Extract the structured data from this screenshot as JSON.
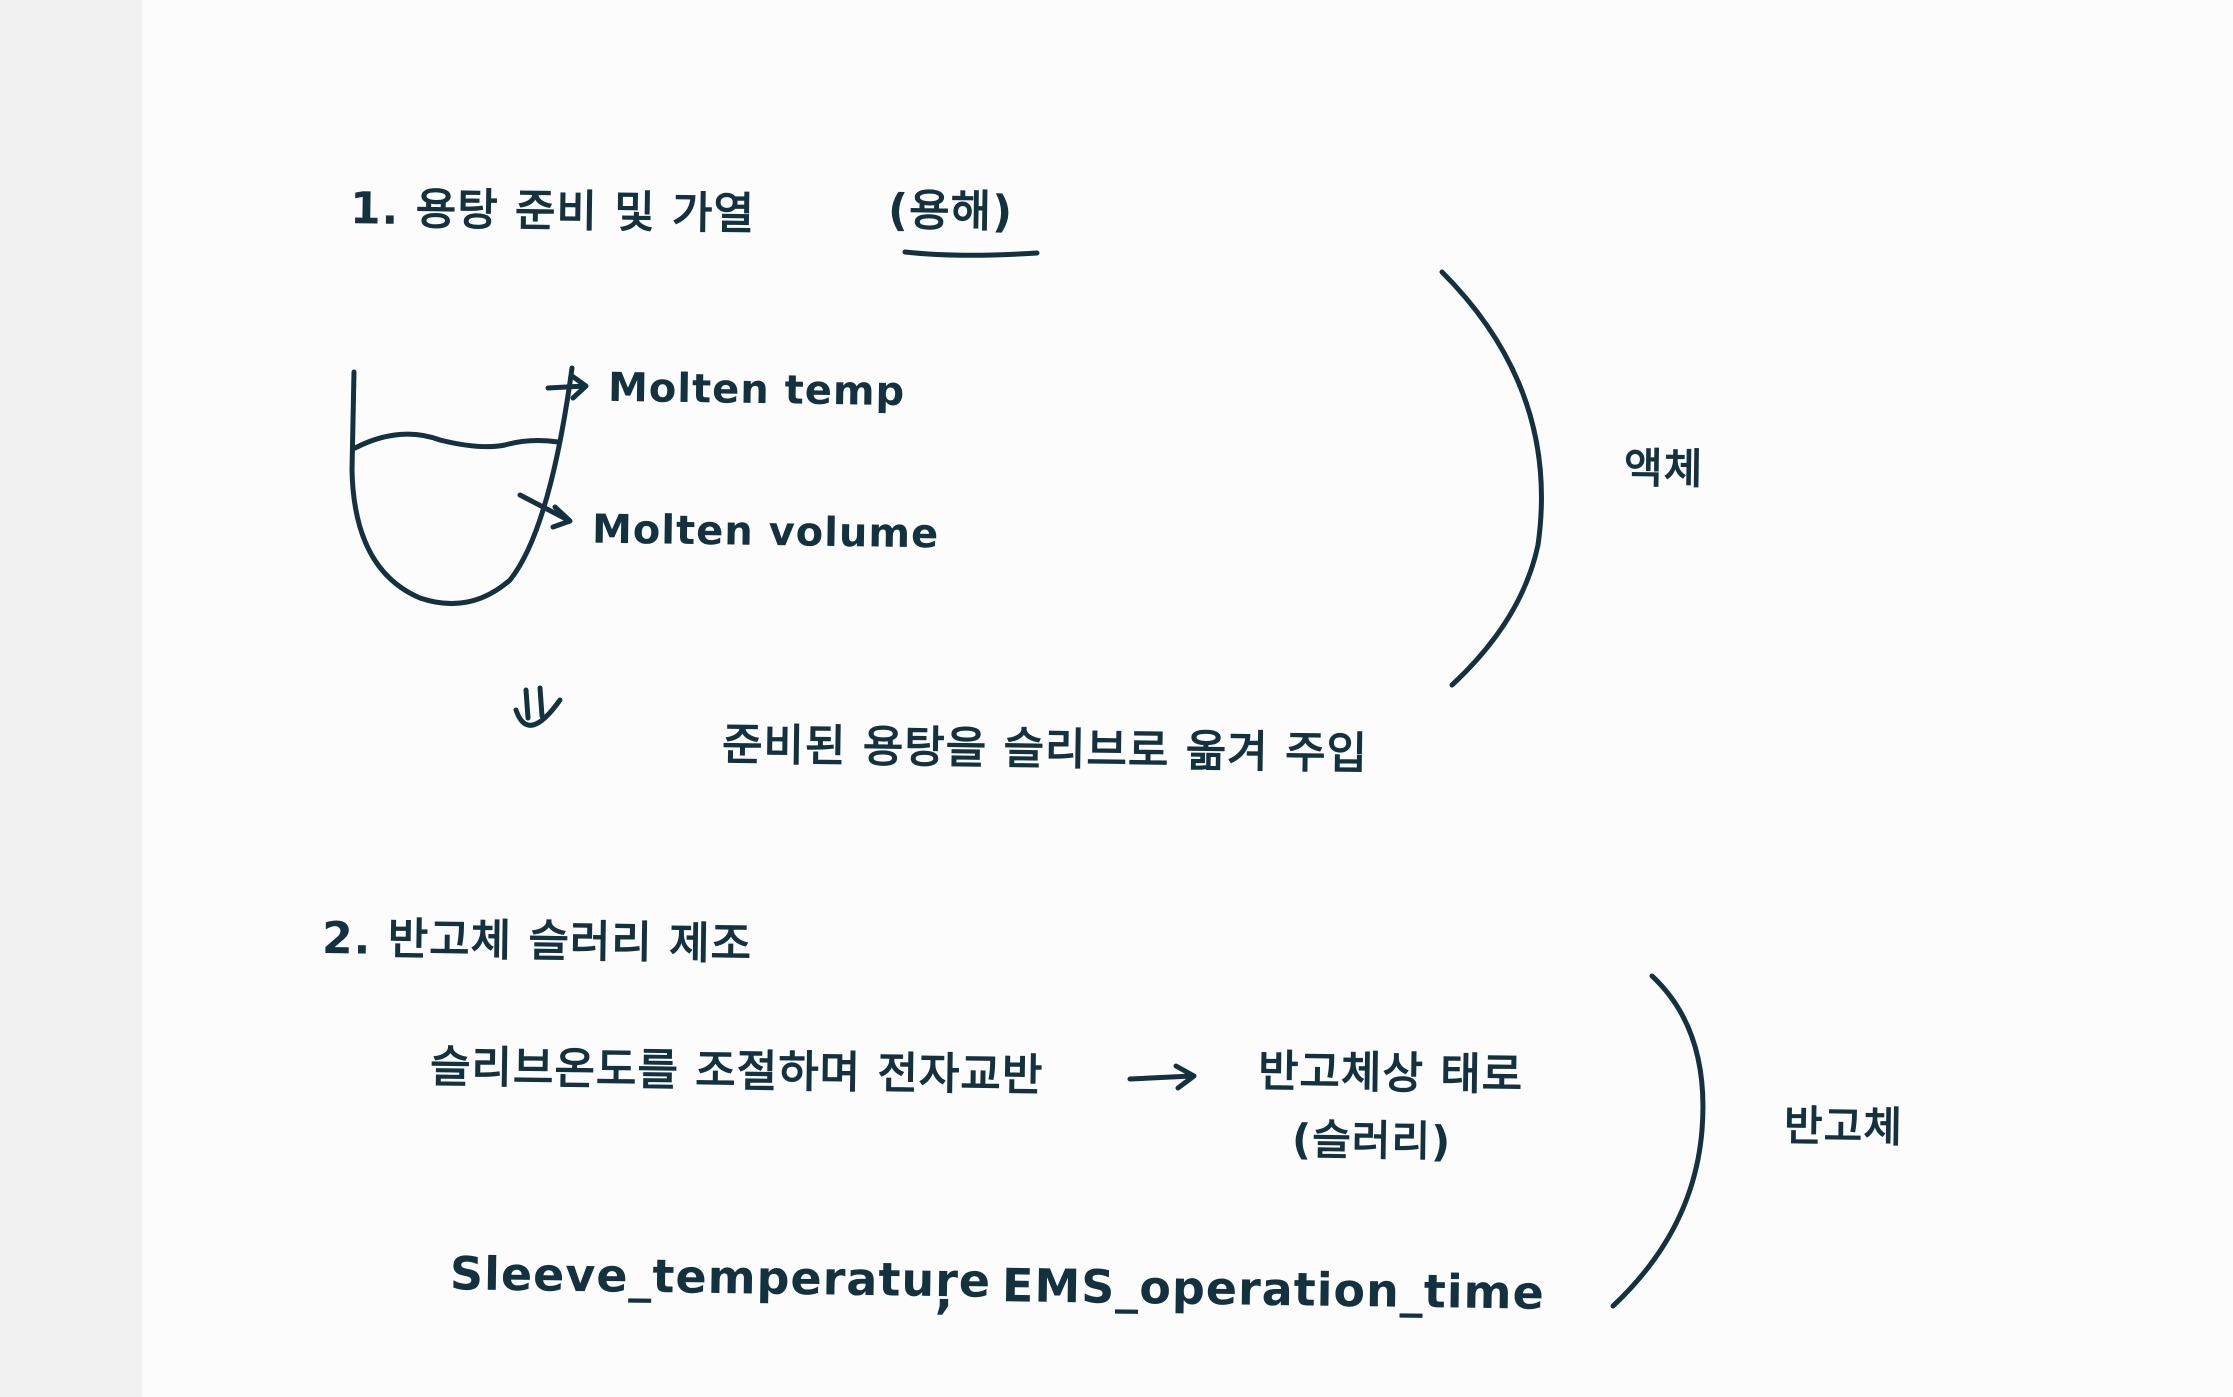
{
  "section1": {
    "heading": "1. 용탕 준비 및 가열",
    "heading_note": "(용해)",
    "label_temp": "Molten temp",
    "label_volume": "Molten volume",
    "arrow_symbol": "⇓",
    "transfer_text": "준비된 용탕을 슬리브로 옮겨 주입",
    "group_label": "액체"
  },
  "section2": {
    "heading": "2. 반고체 슬러리 제조",
    "process_text": "슬리브온도를 조절하며 전자교반",
    "result_text": "반고체상 태로",
    "result_note": "(슬러리)",
    "variables_a": "Sleeve_temperature",
    "variables_sep": ",",
    "variables_b": "EMS_operation_time",
    "group_label": "반고체"
  }
}
